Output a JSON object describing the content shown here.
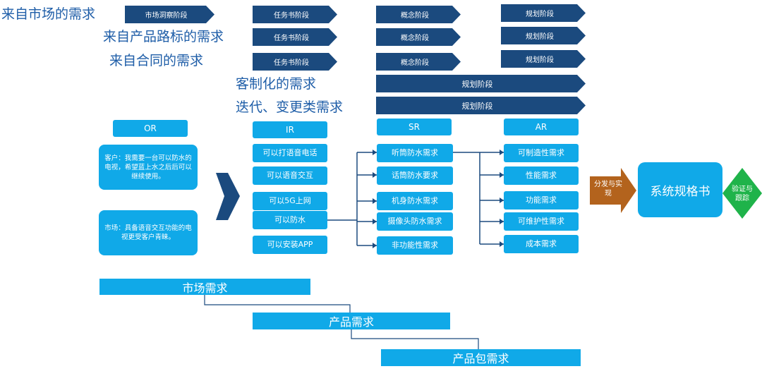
{
  "sources": {
    "market": "来自市场的需求",
    "roadmap": "来自产品路标的需求",
    "contract": "来自合同的需求",
    "custom": "客制化的需求",
    "iteration": "迭代、变更类需求"
  },
  "stages": {
    "market_insight": "市场洞察阶段",
    "task_book": "任务书阶段",
    "concept": "概念阶段",
    "planning": "规划阶段"
  },
  "columns": {
    "or": "OR",
    "ir": "IR",
    "sr": "SR",
    "ar": "AR"
  },
  "or_items": {
    "customer": "客户：我需要一台可以防水的电视，希望蓝上水之后后可以继续使用。",
    "market": "市场：具备语音交互功能的电视更受客户青睐。"
  },
  "ir_items": [
    "可以打语音电话",
    "可以语音交互",
    "可以5G上网",
    "可以防水",
    "可以安装APP"
  ],
  "sr_items": [
    "听筒防水需求",
    "话筒防水要求",
    "机身防水需求",
    "摄像头防水需求",
    "非功能性需求"
  ],
  "ar_items": [
    "可制造性需求",
    "性能需求",
    "功能需求",
    "可维护性需求",
    "成本需求"
  ],
  "allocate": "分发与实现",
  "spec": "系统规格书",
  "verify": "验证与跟踪",
  "bottom": {
    "market_req": "市场需求",
    "product_req": "产品需求",
    "package_req": "产品包需求"
  }
}
